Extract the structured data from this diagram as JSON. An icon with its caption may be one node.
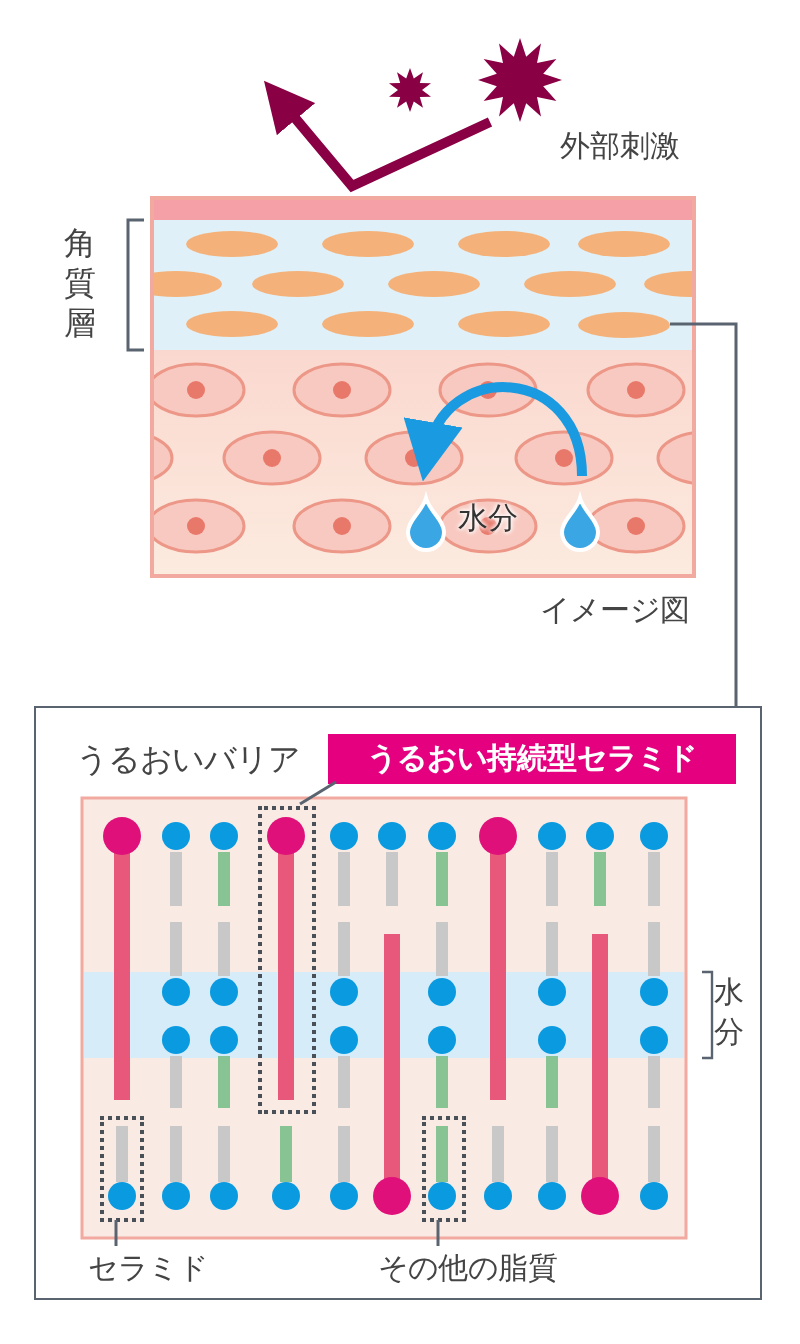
{
  "diagram": {
    "nodes": [
      {
        "text": [],
        "shape": "circle"
      },
      {
        "text": [
          "うるおいバリア"
        ]
      },
      {
        "text": [
          "うるおい持続型セラミド"
        ],
        "in": 1
      },
      {
        "text": [],
        "shape": "box",
        "in": 1
      },
      {
        "text": [],
        "shape": "box",
        "in": 1
      },
      {
        "text": [],
        "shape": "box",
        "in": 1
      },
      {
        "text": [
          "セラミド"
        ],
        "in": 1
      },
      {
        "text": [
          "その他の脂質"
        ],
        "in": 1
      }
    ],
    "edges": [
      {
        "from": 0,
        "to": 1,
        "arrow": "none"
      },
      {
        "from": 2,
        "to": 3,
        "arrow": "none"
      },
      {
        "from": 6,
        "to": 4,
        "arrow": "none"
      },
      {
        "from": 7,
        "to": 5,
        "arrow": "none"
      }
    ],
    "labels": [
      "外部刺激",
      "角質層",
      "水分",
      "イメージ図",
      "水分"
    ]
  }
}
